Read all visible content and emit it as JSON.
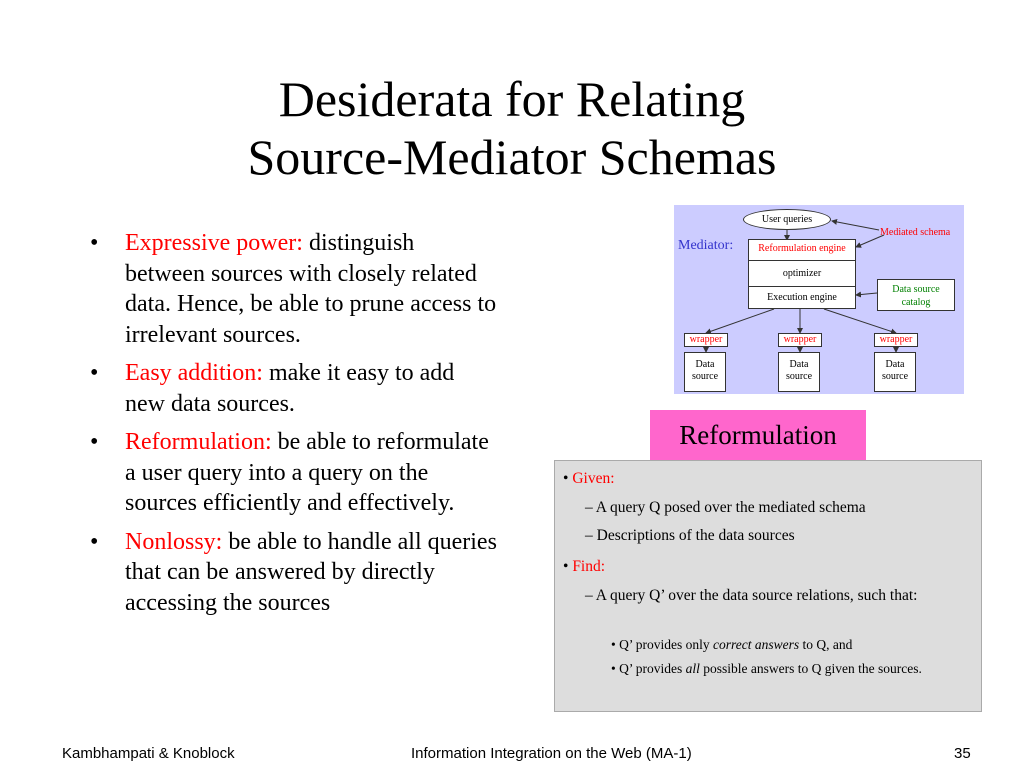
{
  "title": {
    "line1": "Desiderata for Relating",
    "line2": "Source-Mediator Schemas"
  },
  "bullets": [
    {
      "term": "Expressive power:",
      "text": " distinguish between sources with closely related data. Hence, be able to prune access to irrelevant sources."
    },
    {
      "term": "Easy addition:",
      "text": " make it easy to add new data sources."
    },
    {
      "term": "Reformulation:",
      "text": " be able to reformulate a user query into a query on the sources efficiently and effectively."
    },
    {
      "term": "Nonlossy:",
      "text": " be able to handle all queries that can be answered by directly accessing the sources"
    }
  ],
  "diagram": {
    "user_queries": "User queries",
    "mediated_schema": "Mediated schema",
    "mediator_label": "Mediator:",
    "reformulation_engine": "Reformulation engine",
    "optimizer": "optimizer",
    "execution_engine": "Execution engine",
    "catalog_line1": "Data source",
    "catalog_line2": "catalog",
    "wrapper": "wrapper",
    "source_line1": "Data",
    "source_line2": "source"
  },
  "reformulation_tab": "Reformulation",
  "panel": {
    "given": "Given:",
    "given_items": [
      "A query Q posed over the mediated schema",
      "Descriptions of the data sources"
    ],
    "find": "Find:",
    "find_item": "A query Q’ over the data source relations, such that:",
    "sub1_pre": "Q’ provides only ",
    "sub1_em": "correct answers",
    "sub1_post": " to Q, and",
    "sub2_pre": "Q’ provides ",
    "sub2_em": "all",
    "sub2_post": " possible answers to Q given the sources."
  },
  "footer": {
    "authors": "Kambhampati & Knoblock",
    "course": "Information Integration on the Web (MA-1)",
    "page": "35"
  },
  "colors": {
    "term": "#ff0000",
    "diagram_bg": "#ccccff",
    "tab_bg": "#ff66cc",
    "panel_bg": "#dddddd"
  }
}
